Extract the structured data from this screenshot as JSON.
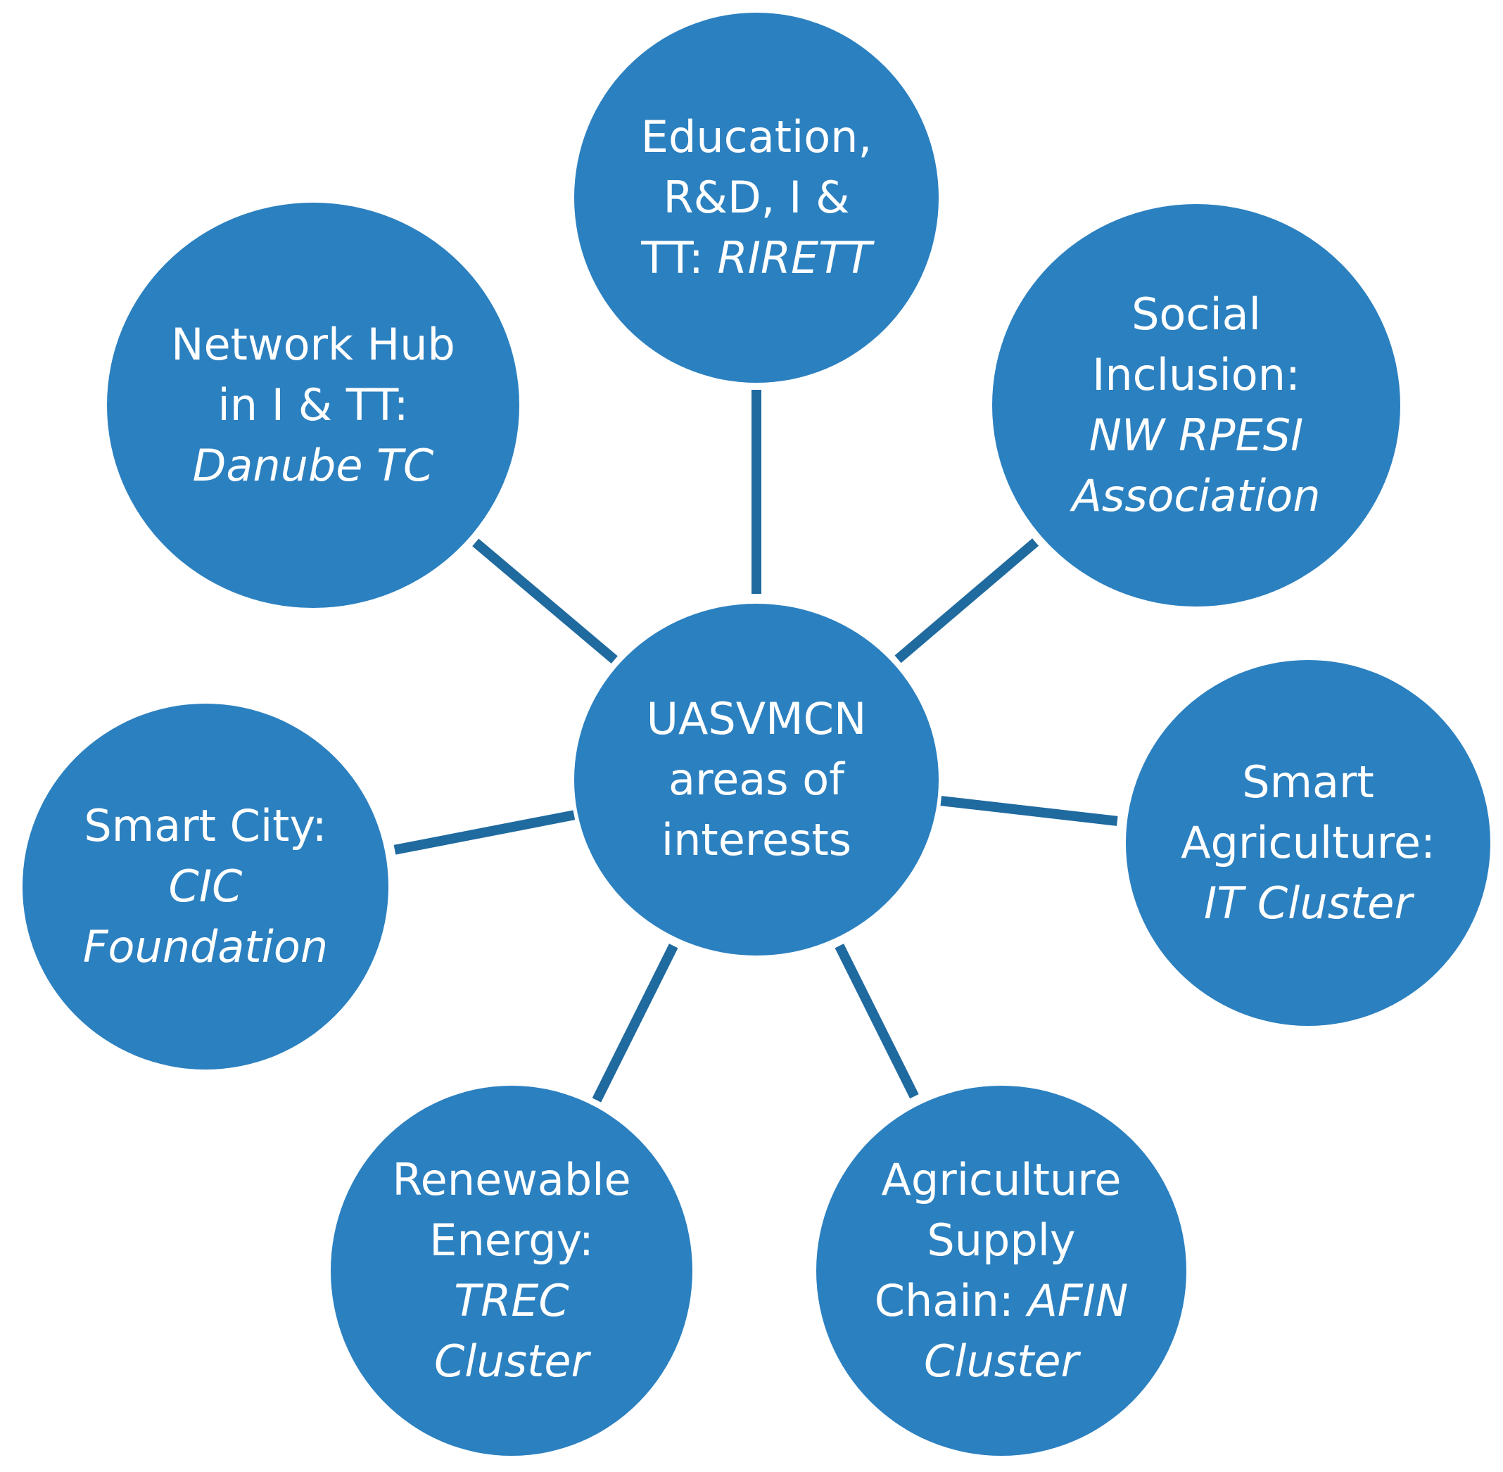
{
  "diagram": {
    "center": {
      "lines": [
        [
          {
            "t": "UASVMCN",
            "i": false
          }
        ],
        [
          {
            "t": "areas of",
            "i": false
          }
        ],
        [
          {
            "t": "interests",
            "i": false
          }
        ]
      ]
    },
    "nodes": [
      {
        "id": "education",
        "lines": [
          [
            {
              "t": "Education,",
              "i": false
            }
          ],
          [
            {
              "t": "R&D, I &",
              "i": false
            }
          ],
          [
            {
              "t": "TT: ",
              "i": false
            },
            {
              "t": "RIRETT",
              "i": true
            }
          ]
        ]
      },
      {
        "id": "social-inclusion",
        "lines": [
          [
            {
              "t": "Social",
              "i": false
            }
          ],
          [
            {
              "t": "Inclusion:",
              "i": false
            }
          ],
          [
            {
              "t": "NW RPESI",
              "i": true
            }
          ],
          [
            {
              "t": "Association",
              "i": true
            }
          ]
        ]
      },
      {
        "id": "smart-agriculture",
        "lines": [
          [
            {
              "t": "Smart",
              "i": false
            }
          ],
          [
            {
              "t": "Agriculture:",
              "i": false
            }
          ],
          [
            {
              "t": "IT Cluster",
              "i": true
            }
          ]
        ]
      },
      {
        "id": "agriculture-supply-chain",
        "lines": [
          [
            {
              "t": "Agriculture",
              "i": false
            }
          ],
          [
            {
              "t": "Supply",
              "i": false
            }
          ],
          [
            {
              "t": "Chain: ",
              "i": false
            },
            {
              "t": "AFIN",
              "i": true
            }
          ],
          [
            {
              "t": "Cluster",
              "i": true
            }
          ]
        ]
      },
      {
        "id": "renewable-energy",
        "lines": [
          [
            {
              "t": "Renewable",
              "i": false
            }
          ],
          [
            {
              "t": "Energy:",
              "i": false
            }
          ],
          [
            {
              "t": "TREC",
              "i": true
            }
          ],
          [
            {
              "t": "Cluster",
              "i": true
            }
          ]
        ]
      },
      {
        "id": "smart-city",
        "lines": [
          [
            {
              "t": "Smart City:",
              "i": false
            }
          ],
          [
            {
              "t": "CIC",
              "i": true
            }
          ],
          [
            {
              "t": "Foundation",
              "i": true
            }
          ]
        ]
      },
      {
        "id": "network-hub",
        "lines": [
          [
            {
              "t": "Network Hub",
              "i": false
            }
          ],
          [
            {
              "t": "in I & TT:",
              "i": false
            }
          ],
          [
            {
              "t": "Danube TC",
              "i": true
            }
          ]
        ]
      }
    ]
  },
  "colors": {
    "circle": "#2b80c0",
    "connector": "#1f6a9f",
    "text": "#ffffff"
  }
}
